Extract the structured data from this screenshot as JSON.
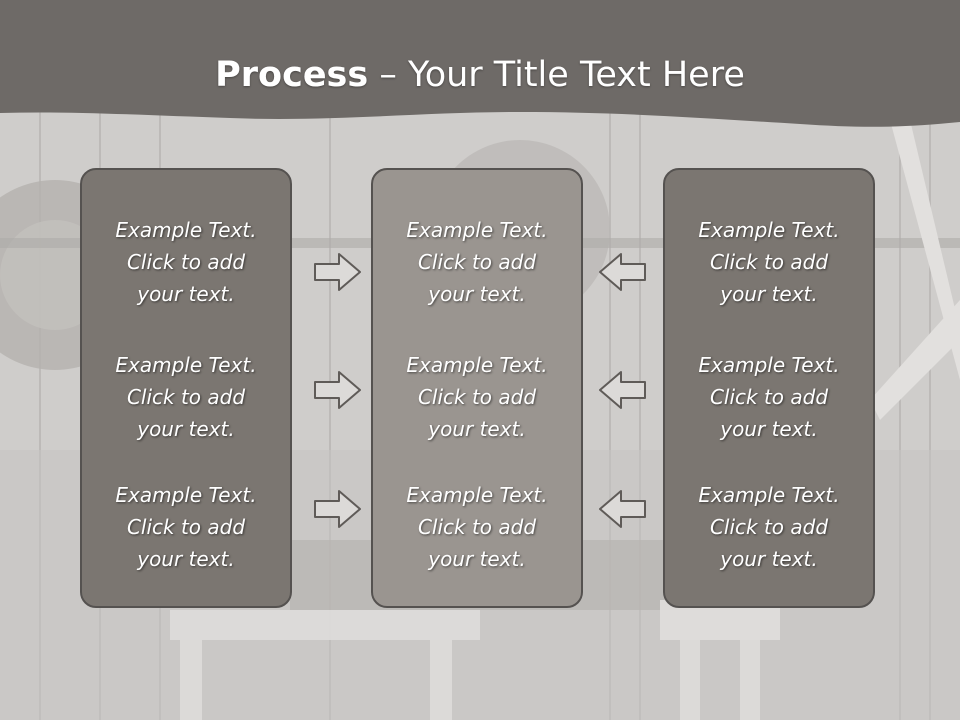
{
  "slide": {
    "title_bold": "Process",
    "title_rest": " – Your Title Text Here"
  },
  "columns": [
    {
      "items": [
        {
          "line1": "Example Text.",
          "line2": "Click  to add",
          "line3": "your text."
        },
        {
          "line1": "Example Text.",
          "line2": "Click  to add",
          "line3": "your text."
        },
        {
          "line1": "Example Text.",
          "line2": "Click  to add",
          "line3": "your text."
        }
      ]
    },
    {
      "items": [
        {
          "line1": "Example Text.",
          "line2": "Click  to add",
          "line3": "your text."
        },
        {
          "line1": "Example Text.",
          "line2": "Click  to add",
          "line3": "your text."
        },
        {
          "line1": "Example Text.",
          "line2": "Click  to add",
          "line3": "your text."
        }
      ]
    },
    {
      "items": [
        {
          "line1": "Example Text.",
          "line2": "Click  to add",
          "line3": "your text."
        },
        {
          "line1": "Example Text.",
          "line2": "Click  to add",
          "line3": "your text."
        },
        {
          "line1": "Example Text.",
          "line2": "Click  to add",
          "line3": "your text."
        }
      ]
    }
  ],
  "arrows": {
    "left_to_center": [
      "right-arrow-icon",
      "right-arrow-icon",
      "right-arrow-icon"
    ],
    "right_to_center": [
      "left-arrow-icon",
      "left-arrow-icon",
      "left-arrow-icon"
    ]
  },
  "colors": {
    "header": "#6e6a67",
    "box_side": "#7b7671",
    "box_center": "#9a9590",
    "background": "#c9c7c5",
    "text": "#ffffff"
  }
}
